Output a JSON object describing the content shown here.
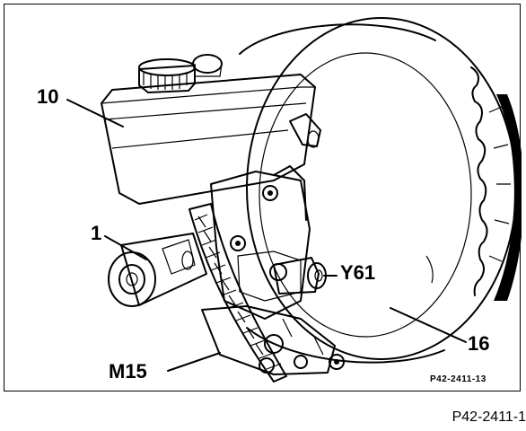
{
  "figure": {
    "callouts": {
      "reservoir": "10",
      "master_cylinder": "1",
      "solenoid_valve": "Y61",
      "booster": "16",
      "motor": "M15"
    },
    "inner_reference": "P42-2411-13",
    "caption": "P42-2411-1"
  }
}
